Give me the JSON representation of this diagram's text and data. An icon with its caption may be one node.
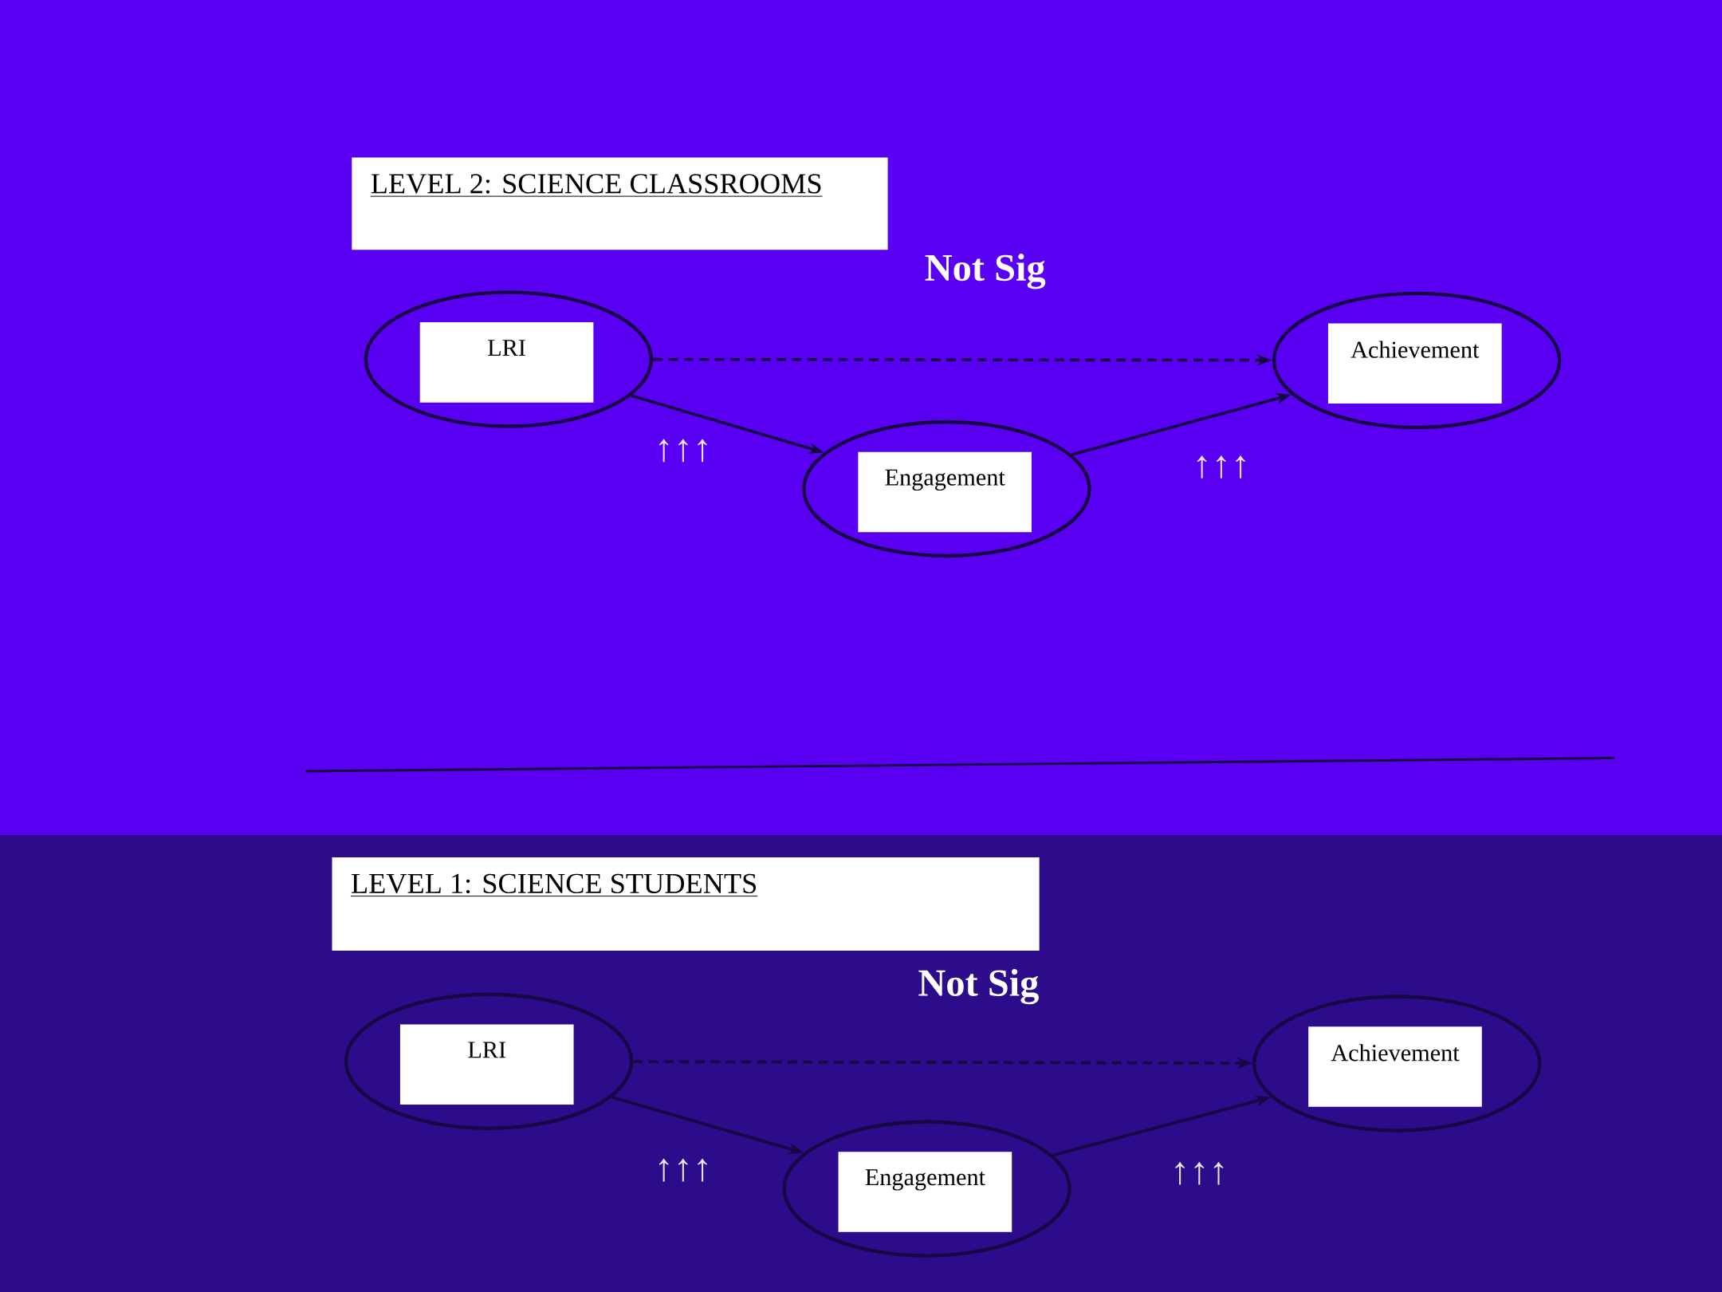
{
  "diagram": {
    "nodes": [
      {
        "text": [
          "LEVEL 2: SCIENCE CLASSROOMS"
        ]
      },
      {
        "text": [],
        "shape": "ellipse"
      },
      {
        "text": [
          "LRI"
        ],
        "in": 1
      },
      {
        "text": [],
        "shape": "ellipse"
      },
      {
        "text": [
          "Achievement"
        ],
        "in": 3
      },
      {
        "text": [],
        "shape": "ellipse"
      },
      {
        "text": [
          "Engagement"
        ],
        "in": 5
      },
      {
        "text": [
          "LEVEL 1: SCIENCE STUDENTS"
        ]
      },
      {
        "text": [],
        "shape": "ellipse"
      },
      {
        "text": [
          "LRI"
        ],
        "in": 8
      },
      {
        "text": [],
        "shape": "ellipse"
      },
      {
        "text": [
          "Achievement"
        ],
        "in": 10
      },
      {
        "text": [],
        "shape": "ellipse"
      },
      {
        "text": [
          "Engagement"
        ],
        "in": 12
      }
    ],
    "edges": [
      {
        "from": 1,
        "to": 3,
        "arrow": "to",
        "style": "dashed",
        "label": "Not Sig"
      },
      {
        "from": 1,
        "to": 5,
        "arrow": "to",
        "label": "↑↑↑"
      },
      {
        "from": 5,
        "to": 3,
        "arrow": "to",
        "label": "↑↑↑"
      },
      {
        "from": 8,
        "to": 10,
        "arrow": "to",
        "style": "dashed",
        "label": "Not Sig"
      },
      {
        "from": 8,
        "to": 12,
        "arrow": "to",
        "label": "↑↑↑"
      },
      {
        "from": 12,
        "to": 10,
        "arrow": "to",
        "label": "↑↑↑"
      }
    ]
  }
}
